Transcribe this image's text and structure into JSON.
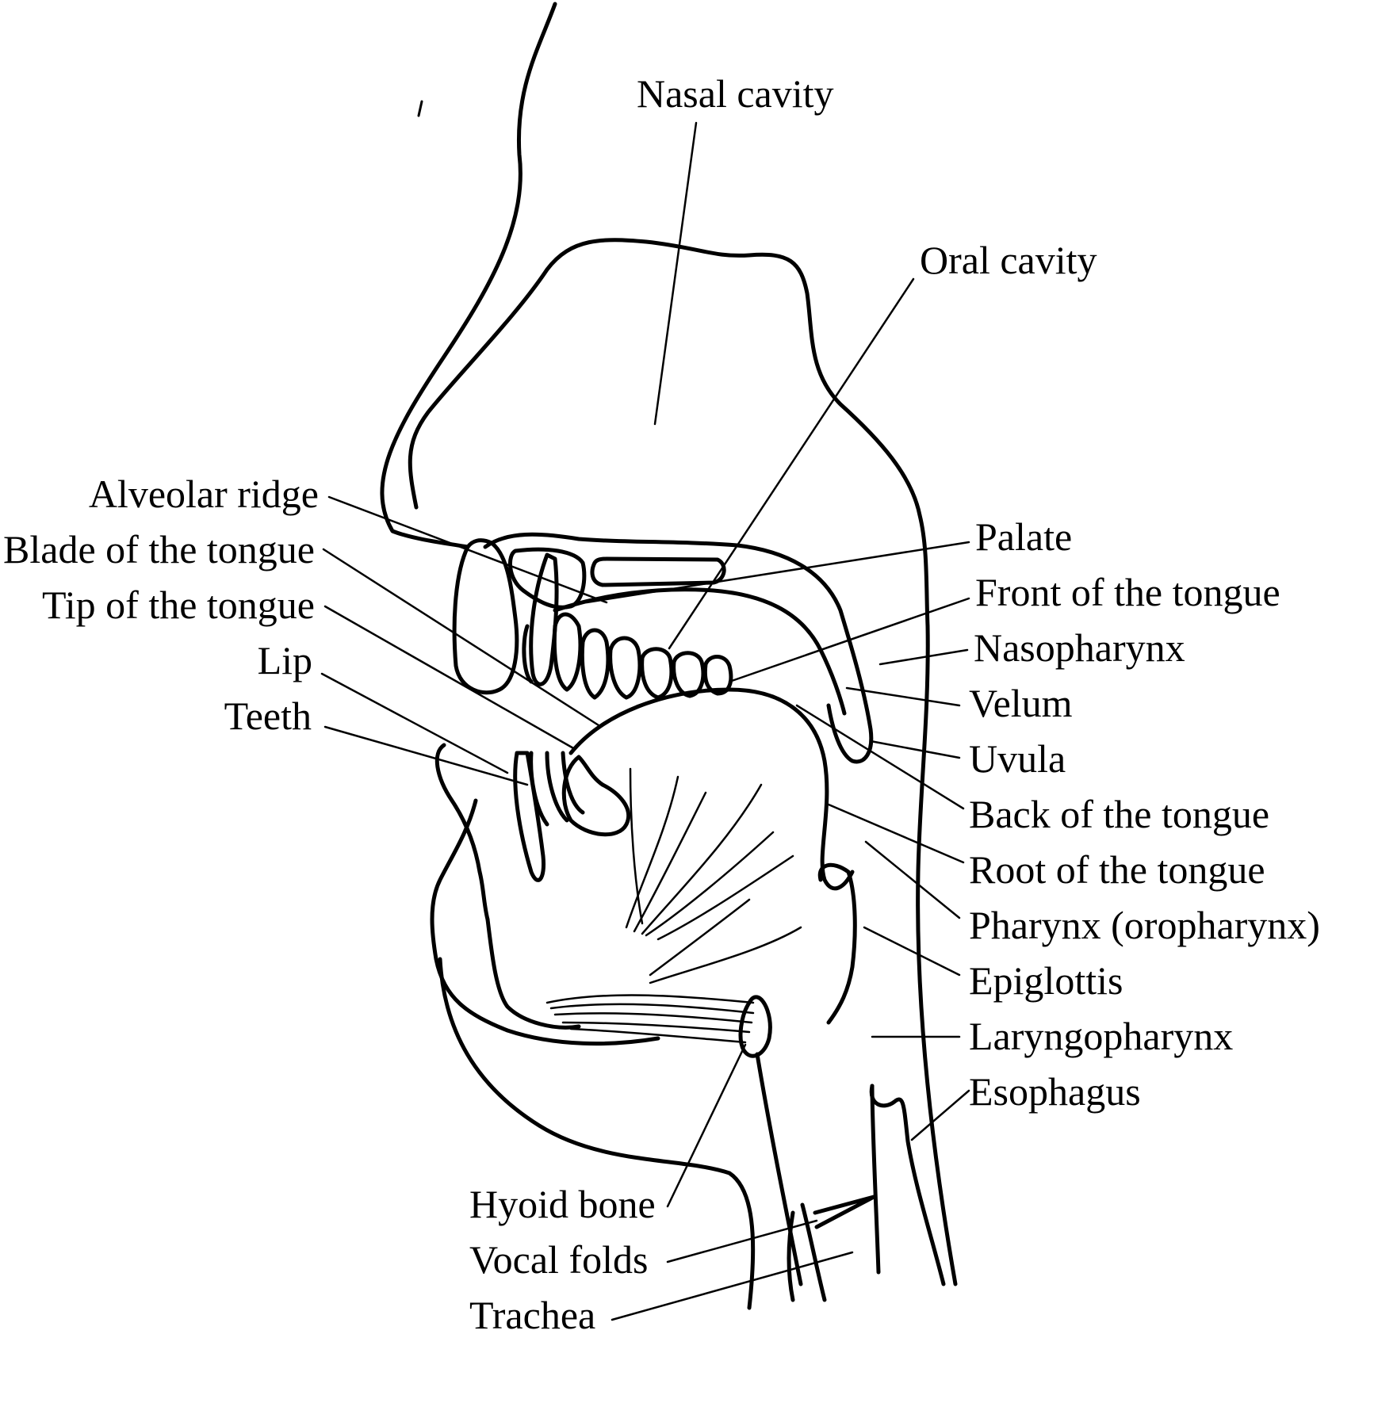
{
  "labels": {
    "nasal_cavity": "Nasal cavity",
    "oral_cavity": "Oral cavity",
    "alveolar_ridge": "Alveolar ridge",
    "blade_of_tongue": "Blade of the tongue",
    "tip_of_tongue": "Tip of the tongue",
    "lip": "Lip",
    "teeth": "Teeth",
    "palate": "Palate",
    "front_of_tongue": "Front of the tongue",
    "nasopharynx": "Nasopharynx",
    "velum": "Velum",
    "uvula": "Uvula",
    "back_of_tongue": "Back of the tongue",
    "root_of_tongue": "Root of the tongue",
    "pharynx": "Pharynx (oropharynx)",
    "epiglottis": "Epiglottis",
    "laryngopharynx": "Laryngopharynx",
    "esophagus": "Esophagus",
    "hyoid_bone": "Hyoid bone",
    "vocal_folds": "Vocal folds",
    "trachea": "Trachea"
  }
}
